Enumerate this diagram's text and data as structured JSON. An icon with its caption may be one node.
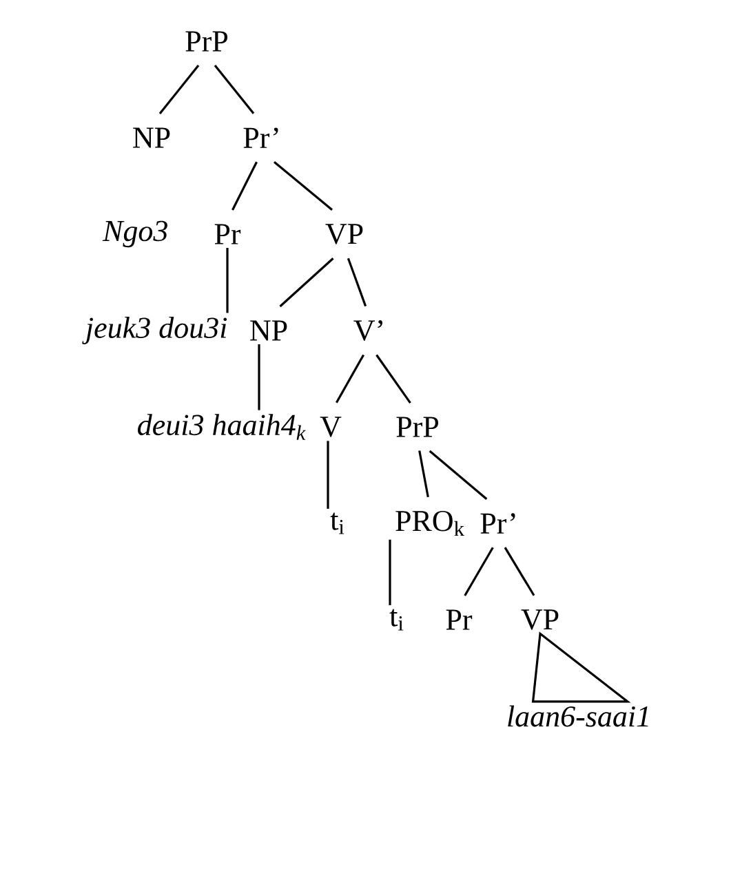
{
  "diagram": {
    "nodes": [
      {
        "text": [
          "PrP"
        ]
      },
      {
        "text": [
          "NP"
        ]
      },
      {
        "text": [
          "Pr’"
        ]
      },
      {
        "text": [
          "Ngo3"
        ]
      },
      {
        "text": [
          "Pr"
        ]
      },
      {
        "text": [
          "VP"
        ]
      },
      {
        "text": [
          "jeuk3 dou3i"
        ]
      },
      {
        "text": [
          "NP"
        ]
      },
      {
        "text": [
          "V’"
        ]
      },
      {
        "text": [
          "deui3 haaih4$_{k}$"
        ]
      },
      {
        "text": [
          "V"
        ]
      },
      {
        "text": [
          "PrP"
        ]
      },
      {
        "text": [
          "t$_{i}$"
        ]
      },
      {
        "text": [
          "PRO$_{k}$"
        ]
      },
      {
        "text": [
          "Pr’"
        ]
      },
      {
        "text": [
          "t$_{i}$"
        ]
      },
      {
        "text": [
          "Pr"
        ]
      },
      {
        "text": [
          "VP"
        ]
      },
      {
        "text": [
          "laan6-saai1"
        ]
      }
    ],
    "edges": [
      {
        "from": 0,
        "to": 1,
        "arrow": "none"
      },
      {
        "from": 0,
        "to": 2,
        "arrow": "none"
      },
      {
        "from": 2,
        "to": 4,
        "arrow": "none"
      },
      {
        "from": 2,
        "to": 5,
        "arrow": "none"
      },
      {
        "from": 4,
        "to": 6,
        "arrow": "none"
      },
      {
        "from": 5,
        "to": 7,
        "arrow": "none"
      },
      {
        "from": 5,
        "to": 8,
        "arrow": "none"
      },
      {
        "from": 7,
        "to": 9,
        "arrow": "none"
      },
      {
        "from": 8,
        "to": 10,
        "arrow": "none"
      },
      {
        "from": 8,
        "to": 11,
        "arrow": "none"
      },
      {
        "from": 10,
        "to": 12,
        "arrow": "none"
      },
      {
        "from": 11,
        "to": 13,
        "arrow": "none"
      },
      {
        "from": 11,
        "to": 14,
        "arrow": "none"
      },
      {
        "from": 13,
        "to": 15,
        "arrow": "none"
      },
      {
        "from": 14,
        "to": 16,
        "arrow": "none"
      },
      {
        "from": 14,
        "to": 17,
        "arrow": "none"
      },
      {
        "from": 17,
        "to": 18,
        "arrow": "none"
      }
    ]
  }
}
